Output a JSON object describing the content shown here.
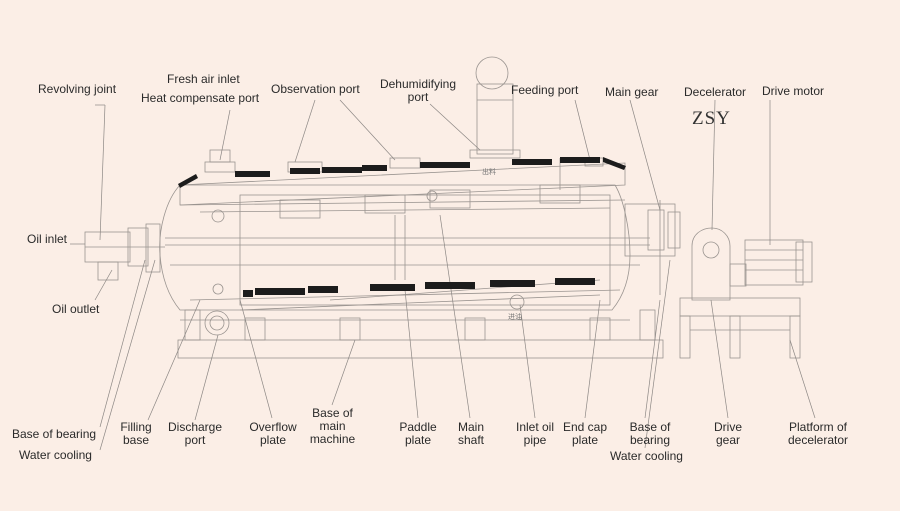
{
  "brand": "ZSY",
  "stamp_top": "出料",
  "stamp_bottom": "进油",
  "labels": {
    "revolving_joint": "Revolving joint",
    "fresh_air_inlet": "Fresh air inlet",
    "heat_compensate_port": "Heat compensate port",
    "observation_port": "Observation port",
    "dehumidifying_port": "Dehumidifying\nport",
    "feeding_port": "Feeding port",
    "main_gear_top": "Main gear",
    "decelerator": "Decelerator",
    "drive_motor": "Drive motor",
    "oil_inlet": "Oil inlet",
    "oil_outlet": "Oil outlet",
    "base_of_bearing_left": "Base of bearing",
    "water_cooling_left": "Water cooling",
    "filling_base": "Filling\nbase",
    "discharge_port": "Discharge\nport",
    "overflow_plate": "Overflow\nplate",
    "base_of_main_machine": "Base of\nmain\nmachine",
    "paddle_plate": "Paddle\nplate",
    "main_shaft": "Main\nshaft",
    "inlet_oil_pipe": "Inlet oil\npipe",
    "end_cap_plate": "End cap\nplate",
    "base_of_bearing_right": "Base of\nbearing",
    "water_cooling_right": "Water cooling",
    "drive_gear": "Drive\ngear",
    "platform_of_decelerator": "Platform of\ndecelerator"
  }
}
